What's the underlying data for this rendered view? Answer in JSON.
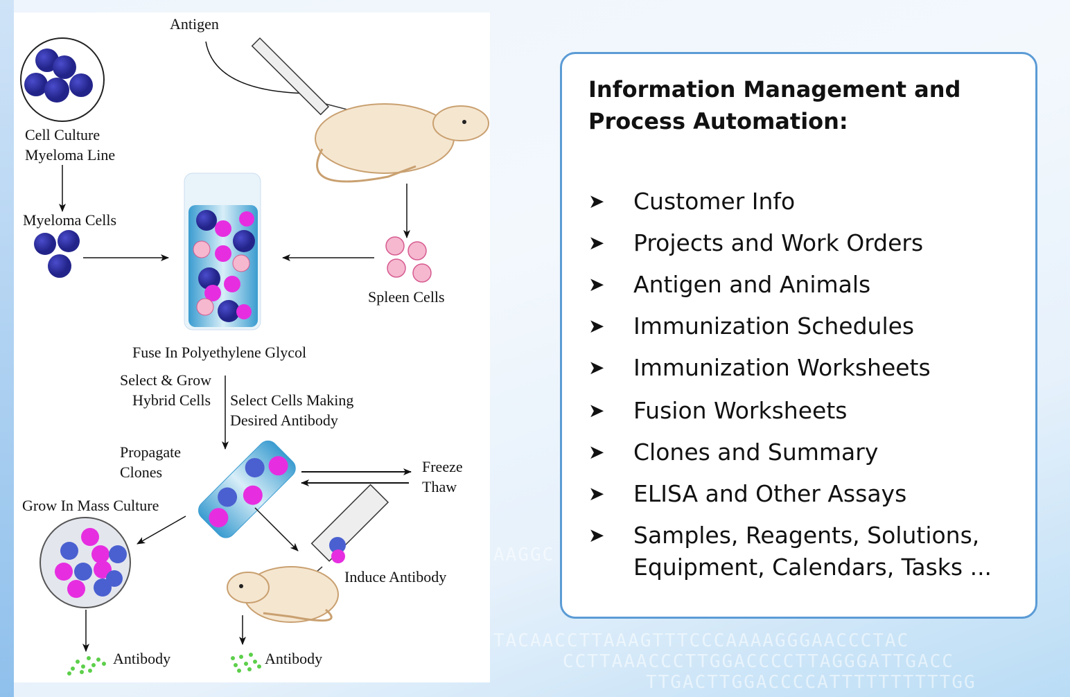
{
  "background": {
    "dna_text": [
      "AAGGC",
      "TACAACCTTAAAGTTTCCCAAAAGGGAACCCTAC",
      "CCTTAAACCCTTGGACCCCTTAGGGATTGACC",
      "TTGACTTGGACCCCATTTTTTTTTTGG"
    ]
  },
  "diagram": {
    "labels": {
      "antigen": "Antigen",
      "cell_culture": "Cell Culture",
      "myeloma_line": "Myeloma Line",
      "myeloma_cells": "Myeloma Cells",
      "spleen_cells": "Spleen Cells",
      "fuse": "Fuse In Polyethylene Glycol",
      "select_grow_1": "Select & Grow",
      "select_grow_2": "Hybrid Cells",
      "select_making_1": "Select Cells Making",
      "select_making_2": "Desired Antibody",
      "propagate_1": "Propagate",
      "propagate_2": "Clones",
      "freeze": "Freeze",
      "thaw": "Thaw",
      "grow_mass": "Grow In Mass Culture",
      "induce": "Induce Antibody",
      "antibody_1": "Antibody",
      "antibody_2": "Antibody"
    },
    "colors": {
      "myeloma": "#2e2f9e",
      "spleen": "#f5b8cf",
      "hybrid": "#e62ee0",
      "tube": "#4aa8d8",
      "mouse": "#f5e6d0",
      "antibody": "#5ccf4a"
    }
  },
  "panel": {
    "title_line1": "Information Management and",
    "title_line2": "Process Automation:",
    "bullet_icon": "arrowhead-right-icon",
    "bullet": "➤",
    "items": [
      "Customer Info",
      "Projects and Work Orders",
      "Antigen and Animals",
      "Immunization Schedules",
      "Immunization Worksheets",
      "Fusion Worksheets",
      "Clones and Summary",
      "ELISA and Other Assays",
      "Samples, Reagents, Solutions,",
      "Equipment, Calendars, Tasks ..."
    ],
    "border_color": "#5b9bd5"
  }
}
